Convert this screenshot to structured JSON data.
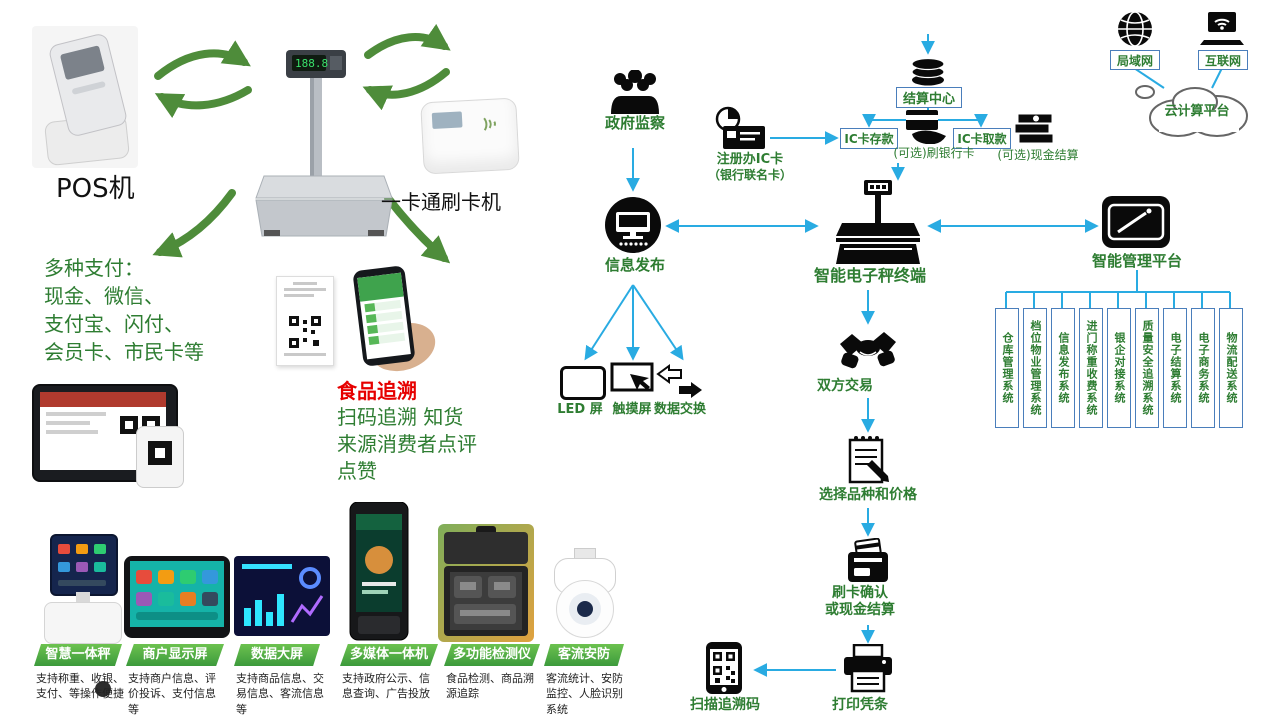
{
  "colors": {
    "green_text": "#2e7d32",
    "blue_arrow": "#29abe2",
    "green_arrow": "#4e8c3a",
    "red_text": "#e60000",
    "ribbon_green": "#52b848",
    "box_border_blue": "#4a7ebb"
  },
  "left": {
    "pos_label": "POS机",
    "card_reader_label": "一卡通刷卡机",
    "payment_lines": [
      "多种支付：",
      "现金、微信、",
      "支付宝、闪付、",
      "会员卡、市民卡等"
    ],
    "trace_title": "食品追溯",
    "trace_lines": [
      "扫码追溯  知货",
      "来源消费者点评",
      "点赞"
    ]
  },
  "products": [
    {
      "label": "智慧一体秤",
      "desc": "支持称重、收银、支付、等操作便捷"
    },
    {
      "label": "商户显示屏",
      "desc": "支持商户信息、评价投诉、支付信息等"
    },
    {
      "label": "数据大屏",
      "desc": "支持商品信息、交易信息、客流信息等"
    },
    {
      "label": "多媒体一体机",
      "desc": "支持政府公示、信息查询、广告投放"
    },
    {
      "label": "多功能检测仪",
      "desc": "食品检测、商品溯源追踪"
    },
    {
      "label": "客流安防",
      "desc": "客流统计、安防监控、人脸识别系统"
    }
  ],
  "flow": {
    "gov_label": "政府监察",
    "info_label": "信息发布",
    "settle_label": "结算中心",
    "register_line1": "注册办IC卡",
    "register_line2": "（银行联名卡）",
    "ic_deposit": "IC卡存款",
    "ic_withdraw": "IC卡取款",
    "swipe_bank": "(可选)刷银行卡",
    "cash_settle": "(可选)现金结算",
    "scale_label": "智能电子秤终端",
    "platform_label": "智能管理平台",
    "led_label": "LED 屏",
    "touch_label": "触摸屏",
    "exchange_label": "数据交换",
    "trade_label": "双方交易",
    "select_label": "选择品种和价格",
    "confirm_line1": "刷卡确认",
    "confirm_line2": "或现金结算",
    "print_label": "打印凭条",
    "scan_label": "扫描追溯码",
    "lan_label": "局域网",
    "internet_label": "互联网",
    "cloud_label": "云计算平台",
    "systems": [
      "仓库管理系统",
      "档位物业管理系统",
      "信息发布系统",
      "进门称重收费系统",
      "银企对接系统",
      "质量安全追溯系统",
      "电子结算系统",
      "电子商务系统",
      "物流配送系统"
    ]
  }
}
